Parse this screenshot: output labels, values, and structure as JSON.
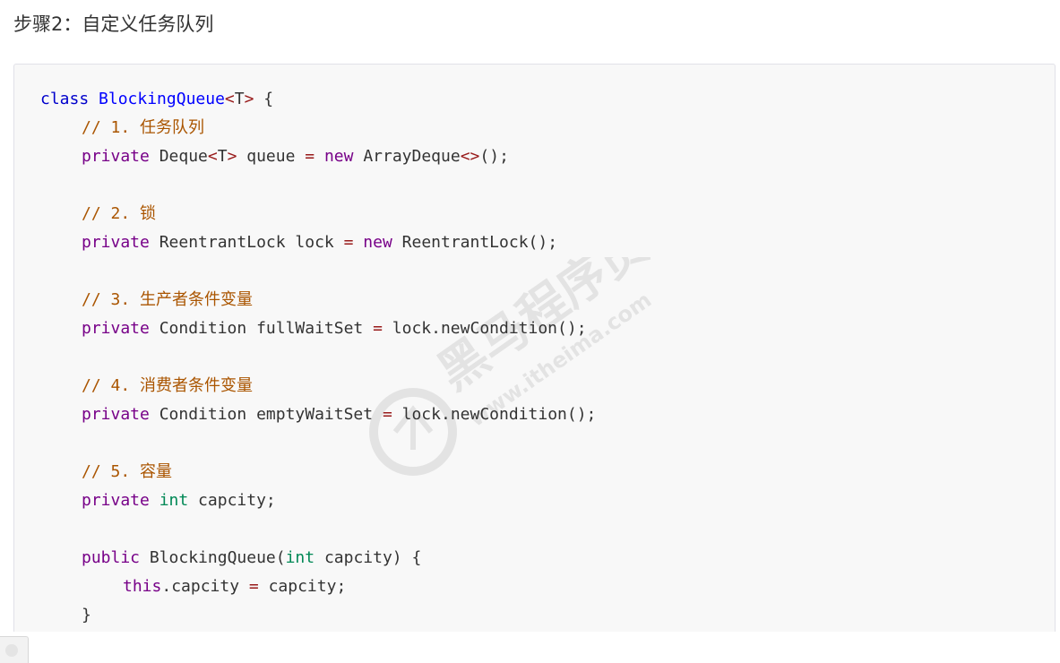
{
  "heading": "步骤2：自定义任务队列",
  "code": {
    "lines": [
      {
        "tokens": [
          {
            "t": "class ",
            "c": "kw-blue"
          },
          {
            "t": "BlockingQueue",
            "c": "cls"
          },
          {
            "t": "<",
            "c": "op"
          },
          {
            "t": "T",
            "c": "plain"
          },
          {
            "t": ">",
            "c": "op"
          },
          {
            "t": " {",
            "c": "plain"
          }
        ]
      },
      {
        "tokens": [
          {
            "t": "// 1. 任务队列",
            "c": "cmt"
          }
        ]
      },
      {
        "tokens": [
          {
            "t": "private",
            "c": "kw"
          },
          {
            "t": " Deque",
            "c": "plain"
          },
          {
            "t": "<",
            "c": "op"
          },
          {
            "t": "T",
            "c": "plain"
          },
          {
            "t": ">",
            "c": "op"
          },
          {
            "t": " queue ",
            "c": "plain"
          },
          {
            "t": "=",
            "c": "op"
          },
          {
            "t": " ",
            "c": "plain"
          },
          {
            "t": "new",
            "c": "kw"
          },
          {
            "t": " ArrayDeque",
            "c": "plain"
          },
          {
            "t": "<>",
            "c": "op"
          },
          {
            "t": "();",
            "c": "plain"
          }
        ]
      },
      {
        "tokens": []
      },
      {
        "tokens": [
          {
            "t": "// 2. 锁",
            "c": "cmt"
          }
        ]
      },
      {
        "tokens": [
          {
            "t": "private",
            "c": "kw"
          },
          {
            "t": " ReentrantLock lock ",
            "c": "plain"
          },
          {
            "t": "=",
            "c": "op"
          },
          {
            "t": " ",
            "c": "plain"
          },
          {
            "t": "new",
            "c": "kw"
          },
          {
            "t": " ReentrantLock();",
            "c": "plain"
          }
        ]
      },
      {
        "tokens": []
      },
      {
        "tokens": [
          {
            "t": "// 3. 生产者条件变量",
            "c": "cmt"
          }
        ]
      },
      {
        "tokens": [
          {
            "t": "private",
            "c": "kw"
          },
          {
            "t": " Condition fullWaitSet ",
            "c": "plain"
          },
          {
            "t": "=",
            "c": "op"
          },
          {
            "t": " lock.newCondition();",
            "c": "plain"
          }
        ]
      },
      {
        "tokens": []
      },
      {
        "tokens": [
          {
            "t": "// 4. 消费者条件变量",
            "c": "cmt"
          }
        ]
      },
      {
        "tokens": [
          {
            "t": "private",
            "c": "kw"
          },
          {
            "t": " Condition emptyWaitSet ",
            "c": "plain"
          },
          {
            "t": "=",
            "c": "op"
          },
          {
            "t": " lock.newCondition();",
            "c": "plain"
          }
        ]
      },
      {
        "tokens": []
      },
      {
        "tokens": [
          {
            "t": "// 5. 容量",
            "c": "cmt"
          }
        ]
      },
      {
        "tokens": [
          {
            "t": "private",
            "c": "kw"
          },
          {
            "t": " ",
            "c": "plain"
          },
          {
            "t": "int",
            "c": "typ"
          },
          {
            "t": " capcity;",
            "c": "plain"
          }
        ]
      },
      {
        "tokens": []
      },
      {
        "tokens": [
          {
            "t": "public",
            "c": "kw"
          },
          {
            "t": " BlockingQueue(",
            "c": "plain"
          },
          {
            "t": "int",
            "c": "typ"
          },
          {
            "t": " capcity) {",
            "c": "plain"
          }
        ]
      },
      {
        "tokens": [
          {
            "t": "this",
            "c": "kw"
          },
          {
            "t": ".capcity ",
            "c": "plain"
          },
          {
            "t": "=",
            "c": "op"
          },
          {
            "t": " capcity;",
            "c": "plain"
          }
        ]
      },
      {
        "tokens": [
          {
            "t": "}",
            "c": "plain"
          }
        ]
      }
    ]
  },
  "watermark": {
    "text_cn": "黑马程序员",
    "text_en": "www.itheima.com",
    "color": "#000000"
  },
  "colors": {
    "keyword": "#770088",
    "class_keyword": "#0000cc",
    "type": "#008855",
    "class_name": "#0000ff",
    "comment": "#aa5500",
    "operator": "#981a1a",
    "text": "#333333",
    "code_background": "#f8f8f8"
  }
}
